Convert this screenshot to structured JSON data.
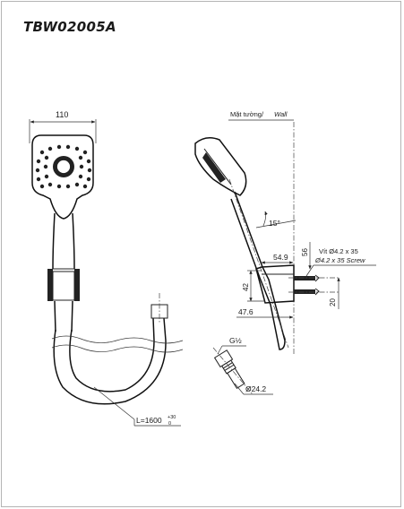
{
  "model_title": "TBW02005A",
  "dimensions": {
    "head_width": "110",
    "angle": "15°",
    "d54_9": "54.9",
    "d56": "56",
    "d42": "42",
    "d47_6": "47.6",
    "d20": "20",
    "thread": "G½",
    "outer_diameter": "Ø24.2",
    "hose_length": "L=1600",
    "hose_tol_plus": "+30",
    "hose_tol_minus": "0"
  },
  "labels": {
    "wall_vi": "Mặt tường/",
    "wall_en": "Wall",
    "screw_vi": "Vít Ø4.2 x 35",
    "screw_en": "Ø4.2 x 35 Screw"
  },
  "colors": {
    "line": "#222222",
    "border": "#b4b4b4"
  }
}
